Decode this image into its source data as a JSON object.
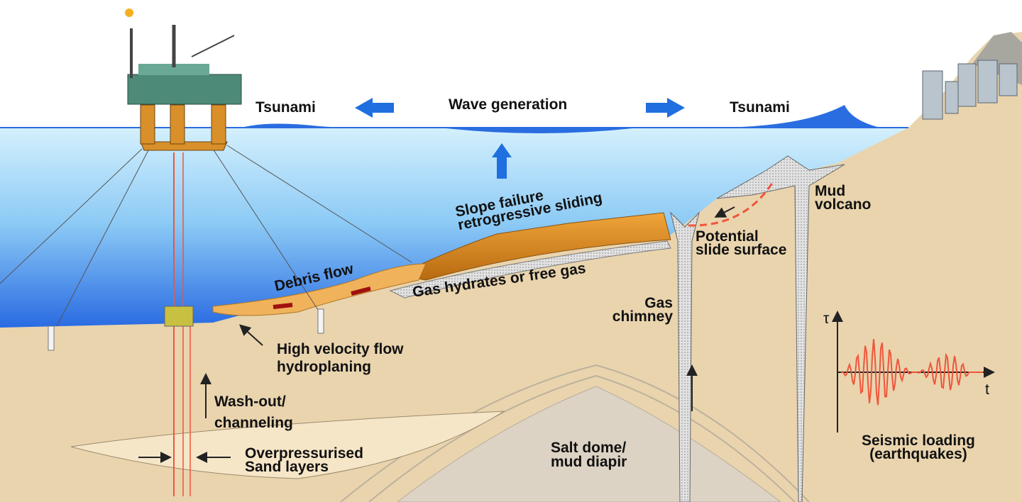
{
  "labels": {
    "tsunami_left": "Tsunami",
    "wave_generation": "Wave generation",
    "tsunami_right": "Tsunami",
    "slope_failure": "Slope failure",
    "retrogressive_sliding": "retrogressive sliding",
    "mud_volcano_1": "Mud",
    "mud_volcano_2": "volcano",
    "potential_slide_1": "Potential",
    "potential_slide_2": "slide surface",
    "debris_flow": "Debris flow",
    "gas_hydrates": "Gas hydrates or free gas",
    "gas_chimney_1": "Gas",
    "gas_chimney_2": "chimney",
    "high_velocity_1": "High velocity flow",
    "high_velocity_2": "hydroplaning",
    "washout_1": "Wash-out/",
    "washout_2": "channeling",
    "overpressurised_1": "Overpressurised",
    "overpressurised_2": "Sand layers",
    "salt_dome_1": "Salt dome/",
    "salt_dome_2": "mud diapir",
    "seismic_1": "Seismic loading",
    "seismic_2": "(earthquakes)",
    "tau_axis": "τ",
    "t_axis": "t"
  },
  "colors": {
    "sea_top": "#d4f0fd",
    "sea_bottom": "#1d5fe0",
    "sediment": "#e9d4ae",
    "slide_mass": "#d98a1e",
    "debris": "#f0b25a",
    "salt_dome": "#dcd3c4",
    "arrow_blue": "#1f6fe0",
    "seismic_red": "#f0553a"
  }
}
